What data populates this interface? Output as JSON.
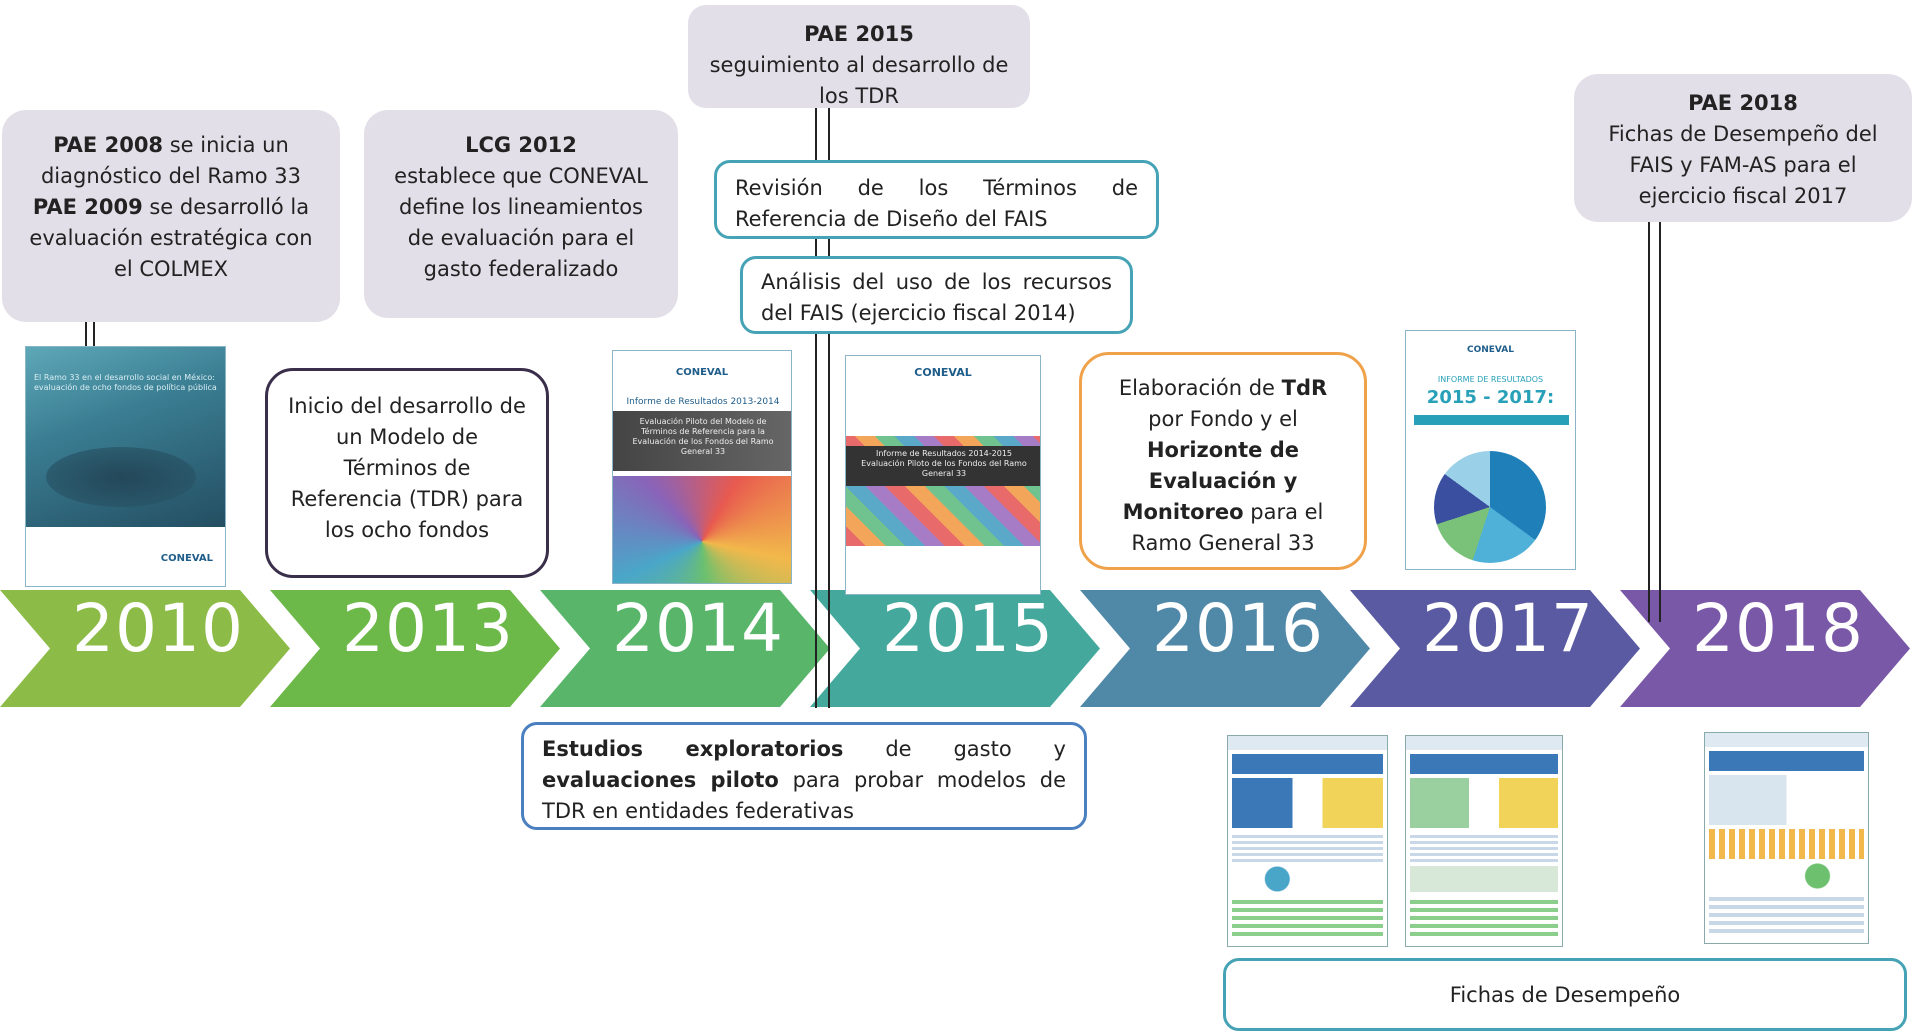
{
  "timeline": {
    "years": [
      "2010",
      "2013",
      "2014",
      "2015",
      "2016",
      "2017",
      "2018"
    ],
    "colors": [
      "#8dbb48",
      "#6cb848",
      "#58b56a",
      "#44a99c",
      "#5088a8",
      "#5a5aa2",
      "#7a58a8"
    ]
  },
  "top_notes": {
    "pae2008": {
      "lead": "PAE 2008",
      "rest1": " se inicia un diagnóstico del Ramo 33 ",
      "lead2": "PAE 2009",
      "rest2": " se desarrolló la evaluación estratégica con el COLMEX"
    },
    "lcg2012": {
      "lead": "LCG 2012",
      "rest": "establece que CONEVAL define los lineamientos de evaluación para el gasto federalizado"
    },
    "pae2015": {
      "lead": "PAE 2015",
      "rest": "seguimiento al desarrollo de los TDR"
    },
    "pae2018": {
      "lead": "PAE 2018",
      "rest": "Fichas de Desempeño del FAIS y FAM-AS para el ejercicio fiscal 2017"
    }
  },
  "boxes": {
    "inicio": "Inicio del desarrollo de un  Modelo de Términos de Referencia (TDR) para los ocho fondos",
    "revision": "Revisión de los Términos de Referencia de Diseño del FAIS",
    "analisis": "Análisis del uso de los recursos del FAIS (ejercicio fiscal 2014)",
    "elaboracion": {
      "p1": "Elaboración de ",
      "b1": "TdR",
      "p2": " por Fondo y el ",
      "b2": "Horizonte de Evaluación y Monitoreo",
      "p3": " para el Ramo General 33"
    },
    "estudios": {
      "b1": "Estudios exploratorios",
      "p1": " de gasto y ",
      "b2": "evaluaciones piloto",
      "p2": " para probar modelos de TDR en  entidades federativas"
    },
    "fichas": "Fichas de Desempeño"
  },
  "covers": {
    "c2010": "El Ramo 33 en el desarrollo social en México: evaluación de ocho fondos de política pública",
    "c2014": "Informe de Resultados 2013-2014",
    "c2014b": "Evaluación Piloto del Modelo de Términos de Referencia para la Evaluación de los Fondos del Ramo General 33",
    "c2015": "Informe de Resultados 2014-2015 Evaluación Piloto de los Fondos del Ramo General 33",
    "c2017": "INFORME DE RESULTADOS",
    "c2017b": "2015 - 2017:",
    "logo": "CONEVAL"
  },
  "colors": {
    "grey_box": "#e3dfe8",
    "teal_border": "#45a3b5",
    "dark_border": "#3a2f4a",
    "orange_border": "#f0a24a",
    "blue_border": "#4a7fc0"
  }
}
